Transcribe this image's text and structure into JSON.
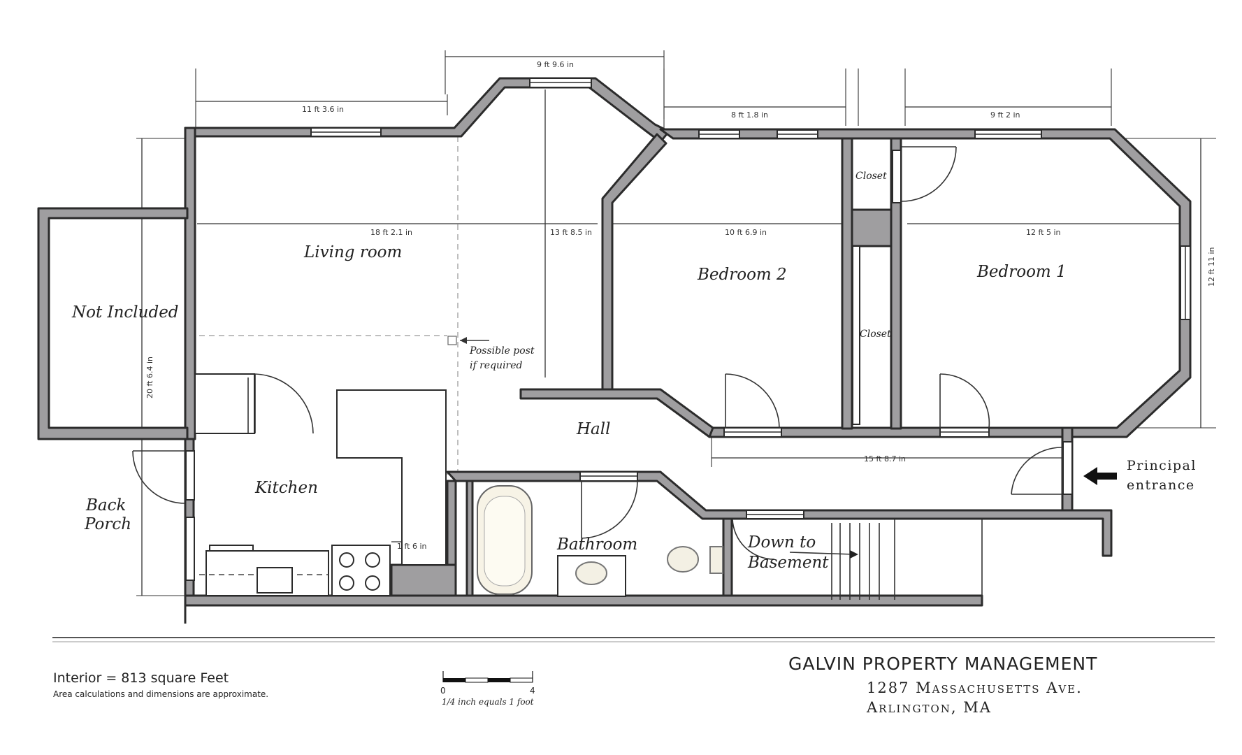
{
  "rooms": {
    "living_room": "Living room",
    "not_included": "Not Included",
    "kitchen": "Kitchen",
    "back_porch_line1": "Back",
    "back_porch_line2": "Porch",
    "hall": "Hall",
    "bedroom_2": "Bedroom 2",
    "bedroom_1": "Bedroom 1",
    "closet_top": "Closet",
    "closet_mid": "Closet",
    "bathroom": "Bathroom",
    "basement_line1": "Down to",
    "basement_line2": "Basement"
  },
  "notes": {
    "post_line1": "Possible post",
    "post_line2": "if required",
    "entrance_line1": "Principal",
    "entrance_line2": "entrance"
  },
  "dimensions": {
    "living_width_top": "11 ft 3.6 in",
    "bay_width": "9 ft 9.6 in",
    "bed2_width_top": "8 ft 1.8 in",
    "bed1_width_top": "9 ft 2 in",
    "living_depth": "18 ft 2.1 in",
    "living_height": "13 ft 8.5 in",
    "bed2_depth": "10 ft 6.9 in",
    "bed1_depth": "12 ft 5 in",
    "bed1_height": "12 ft 11 in",
    "left_height": "20 ft 6.4 in",
    "bedrooms_bottom": "15 ft 8.7 in",
    "kitchen_nook": "1 ft 6 in"
  },
  "footer": {
    "interior": "Interior = 813 square Feet",
    "disclaimer": "Area calculations and dimensions are approximate.",
    "scale_start": "0",
    "scale_end": "4",
    "scale_caption": "1/4 inch equals 1 foot",
    "company": "GALVIN PROPERTY MANAGEMENT",
    "address_line1": "1287 Massachusetts Ave.",
    "address_line2": "Arlington, MA"
  }
}
